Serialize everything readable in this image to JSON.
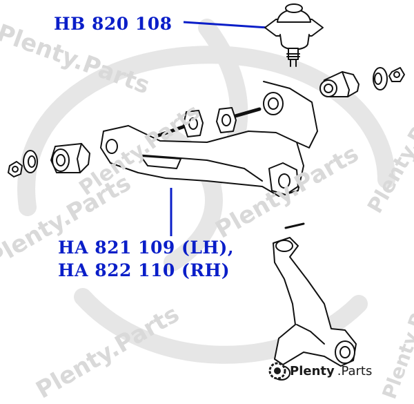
{
  "callouts": {
    "upper_ball_joint": "HB 820 108",
    "lower_arm_lh": "HA 821 109 (LH),",
    "lower_arm_rh": "HA 822 110 (RH)"
  },
  "watermark": {
    "text": "Plenty.Parts",
    "brand_name": "Plenty",
    "brand_suffix": ".Parts"
  },
  "colors": {
    "callout": "#0a1ec8",
    "watermark": "#d9d9d9",
    "ink": "#111111"
  }
}
